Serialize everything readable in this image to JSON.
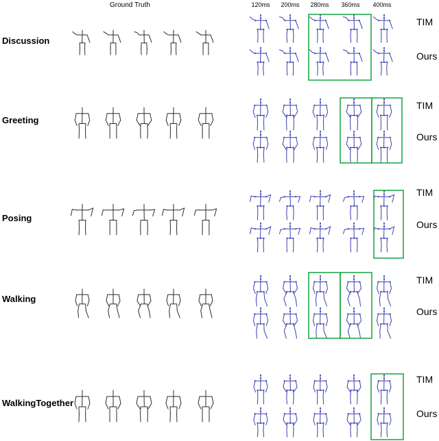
{
  "header": {
    "ground_truth": "Ground Truth",
    "times": [
      "120ms",
      "200ms",
      "280ms",
      "360ms",
      "400ms"
    ]
  },
  "methods": [
    "TIM",
    "Ours"
  ],
  "rows": [
    {
      "action": "Discussion",
      "highlight": "280ms–360ms"
    },
    {
      "action": "Greeting",
      "highlight": "360ms–400ms"
    },
    {
      "action": "Posing",
      "highlight": "400ms"
    },
    {
      "action": "Walking",
      "highlight": "280ms–360ms"
    },
    {
      "action": "WalkingTogether",
      "highlight": "400ms"
    }
  ],
  "colors": {
    "ground_truth": "#2b2b2b",
    "prediction": "#3b3fb0",
    "highlight": "#22a84a"
  }
}
